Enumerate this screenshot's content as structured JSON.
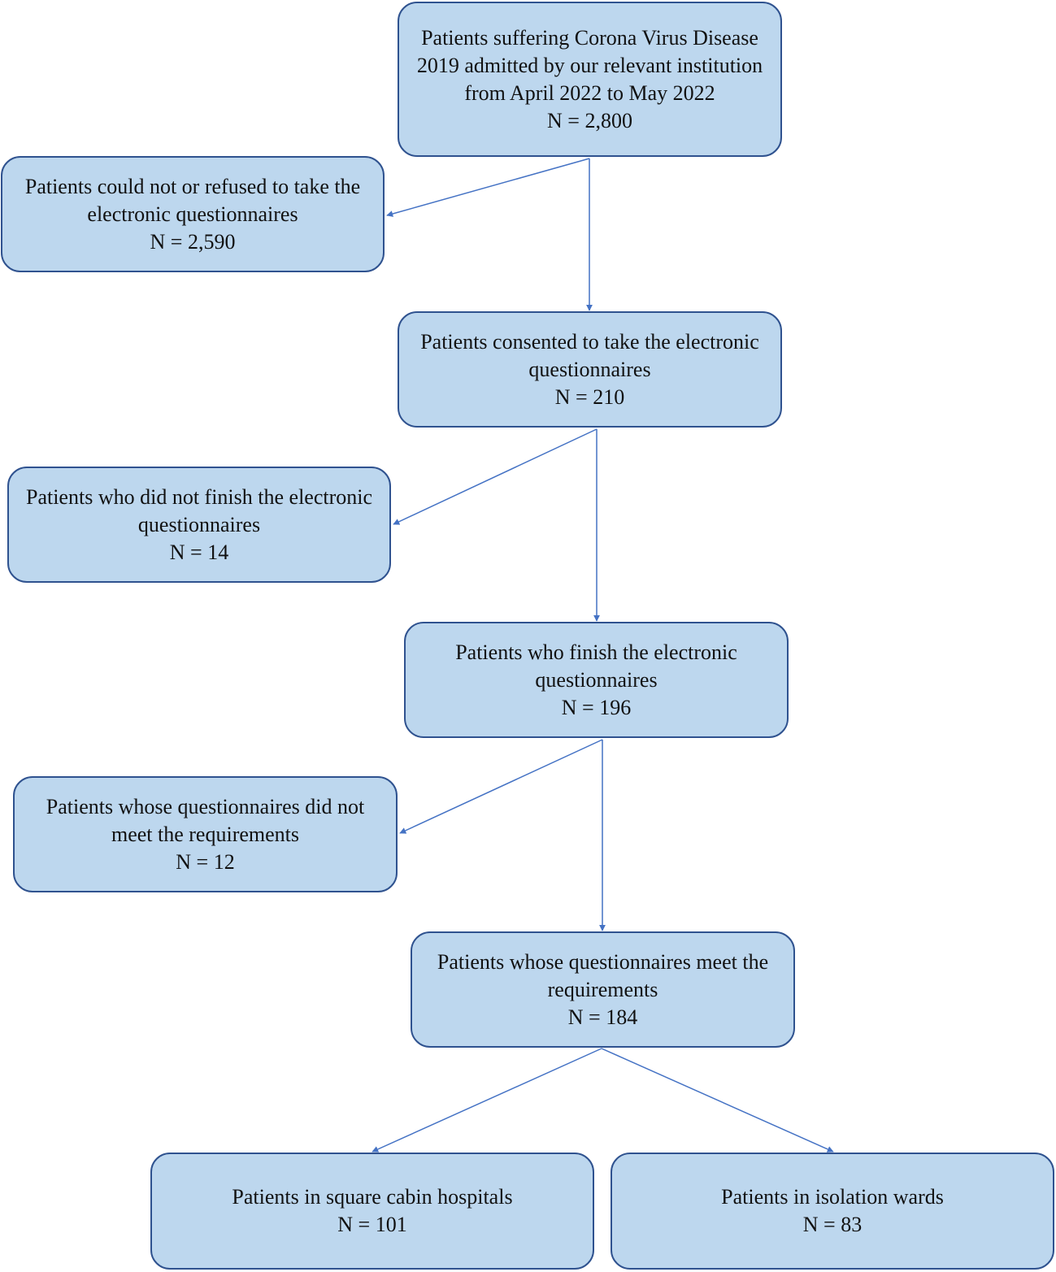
{
  "nodes": {
    "admitted": {
      "text": "Patients suffering Corona Virus Disease 2019  admitted by our relevant institution from April 2022 to May 2022",
      "n": "N = 2,800"
    },
    "refused": {
      "text": "Patients could not or refused to take the electronic questionnaires",
      "n": "N = 2,590"
    },
    "consented": {
      "text": "Patients consented to take the electronic questionnaires",
      "n": "N = 210"
    },
    "not_finished": {
      "text": "Patients who did not finish the electronic questionnaires",
      "n": "N = 14"
    },
    "finished": {
      "text": "Patients who finish the electronic questionnaires",
      "n": "N = 196"
    },
    "not_meet": {
      "text": "Patients whose questionnaires did not meet the requirements",
      "n": "N = 12"
    },
    "meet": {
      "text": "Patients whose questionnaires meet the requirements",
      "n": "N = 184"
    },
    "square_cabin": {
      "text": "Patients in square cabin hospitals",
      "n": "N = 101"
    },
    "isolation": {
      "text": "Patients in isolation wards",
      "n": "N = 83"
    }
  },
  "colors": {
    "box_fill": "#bdd7ee",
    "box_border": "#2f528f",
    "arrow": "#4472c4"
  }
}
